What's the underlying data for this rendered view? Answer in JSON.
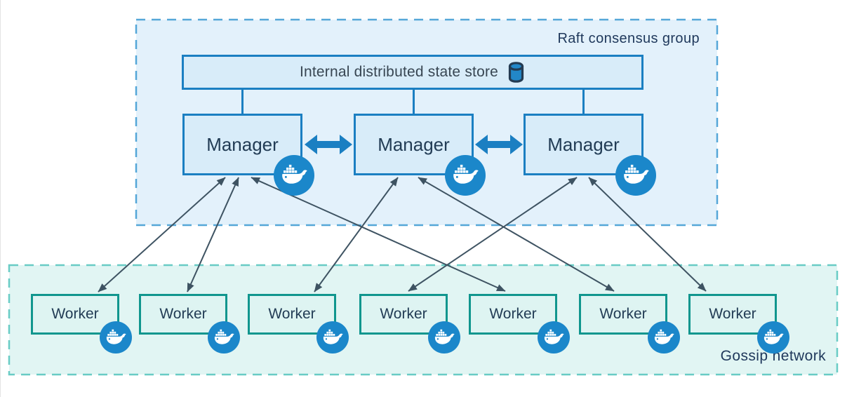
{
  "raft_group": {
    "label": "Raft consensus group",
    "state_store": {
      "label": "Internal distributed state store",
      "icon": "database-cylinder-icon"
    },
    "managers": [
      {
        "id": "manager-1",
        "label": "Manager",
        "icon": "docker-whale-icon"
      },
      {
        "id": "manager-2",
        "label": "Manager",
        "icon": "docker-whale-icon"
      },
      {
        "id": "manager-3",
        "label": "Manager",
        "icon": "docker-whale-icon"
      }
    ],
    "manager_peer_links": [
      {
        "from": "manager-1",
        "to": "manager-2",
        "style": "thick-double-arrow"
      },
      {
        "from": "manager-2",
        "to": "manager-3",
        "style": "thick-double-arrow"
      }
    ],
    "store_links": [
      "manager-1",
      "manager-2",
      "manager-3"
    ]
  },
  "gossip_network": {
    "label": "Gossip network",
    "workers": [
      {
        "id": "worker-1",
        "label": "Worker",
        "icon": "docker-whale-icon"
      },
      {
        "id": "worker-2",
        "label": "Worker",
        "icon": "docker-whale-icon"
      },
      {
        "id": "worker-3",
        "label": "Worker",
        "icon": "docker-whale-icon"
      },
      {
        "id": "worker-4",
        "label": "Worker",
        "icon": "docker-whale-icon"
      },
      {
        "id": "worker-5",
        "label": "Worker",
        "icon": "docker-whale-icon"
      },
      {
        "id": "worker-6",
        "label": "Worker",
        "icon": "docker-whale-icon"
      },
      {
        "id": "worker-7",
        "label": "Worker",
        "icon": "docker-whale-icon"
      }
    ]
  },
  "manager_worker_links": [
    {
      "from": "manager-1",
      "to": "worker-1",
      "style": "thin-double-arrow"
    },
    {
      "from": "manager-1",
      "to": "worker-2",
      "style": "thin-double-arrow"
    },
    {
      "from": "manager-1",
      "to": "worker-5",
      "style": "thin-double-arrow"
    },
    {
      "from": "manager-2",
      "to": "worker-3",
      "style": "thin-double-arrow"
    },
    {
      "from": "manager-2",
      "to": "worker-6",
      "style": "thin-double-arrow"
    },
    {
      "from": "manager-3",
      "to": "worker-4",
      "style": "thin-double-arrow"
    },
    {
      "from": "manager-3",
      "to": "worker-7",
      "style": "thin-double-arrow"
    }
  ],
  "colors": {
    "raft_fill": "#e3f1fb",
    "raft_border": "#55a7d8",
    "node_blue_fill": "#d8ecf9",
    "node_blue_border": "#1b7fc2",
    "thick_arrow": "#1b7fc2",
    "gossip_fill": "#e1f5f3",
    "gossip_border": "#69ccc5",
    "worker_fill": "#def4f2",
    "worker_border": "#10968e",
    "thin_arrow": "#3e5362",
    "docker_badge": "#1b87ca",
    "label_text": "#20395c"
  }
}
